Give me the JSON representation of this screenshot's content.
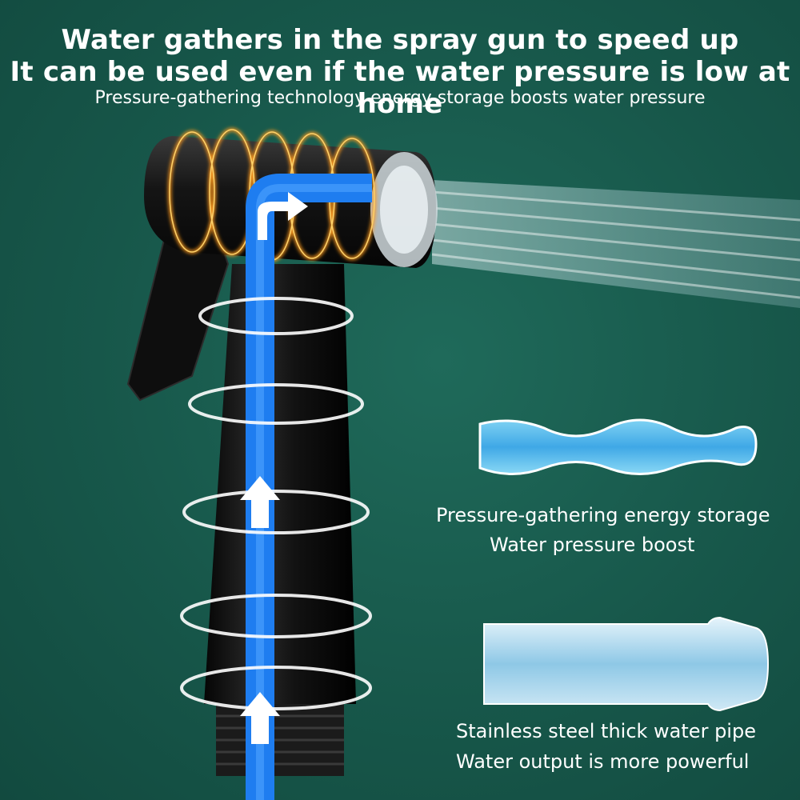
{
  "header": {
    "line1": "Water gathers in the spray gun to speed up",
    "line2": "It can be used even if the water pressure is low at home",
    "line3": "Pressure-gathering technology energy storage boosts water pressure"
  },
  "features": [
    {
      "title": "Pressure-gathering energy storage",
      "subtitle": "Water pressure boost"
    },
    {
      "title": "Stainless steel thick water pipe",
      "subtitle": "Water output is more powerful"
    }
  ],
  "colors": {
    "background": "#17574a",
    "water_flow": "#1e7df0",
    "sprayer_body": "#141414",
    "text": "#ffffff",
    "glow": "#ff9a1f"
  }
}
